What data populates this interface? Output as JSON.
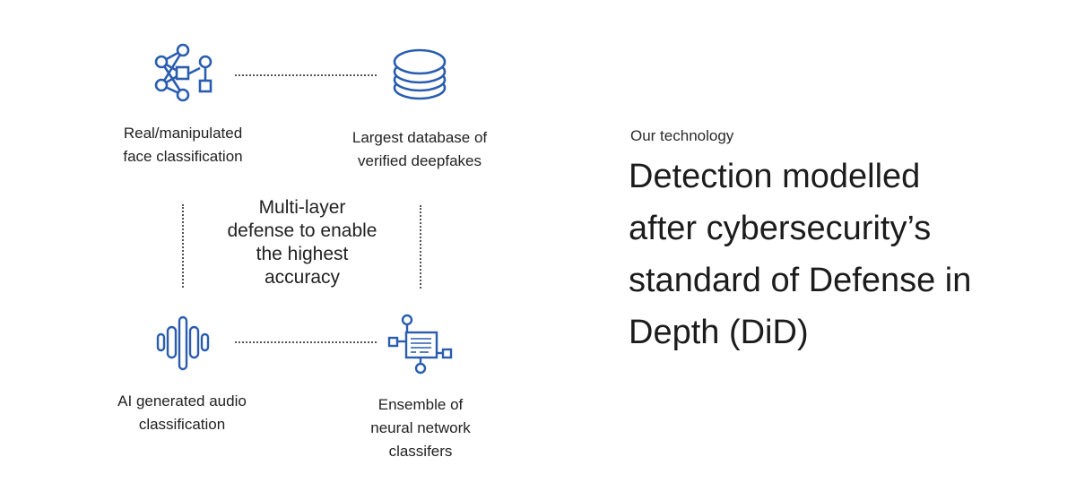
{
  "colors": {
    "icon": "#2a5db0",
    "text": "#222222",
    "dotted_line": "#555555",
    "background": "#ffffff"
  },
  "diagram": {
    "center": {
      "lines": [
        "Multi-layer",
        "defense to enable",
        "the highest",
        "accuracy"
      ]
    },
    "nodes": [
      {
        "id": "face",
        "icon": "network-graph-icon",
        "label_lines": [
          "Real/manipulated",
          "face classification"
        ]
      },
      {
        "id": "database",
        "icon": "database-stack-icon",
        "label_lines": [
          "Largest database of",
          "verified deepfakes"
        ]
      },
      {
        "id": "audio",
        "icon": "audio-waveform-icon",
        "label_lines": [
          "AI generated audio",
          "classification"
        ]
      },
      {
        "id": "ensemble",
        "icon": "document-network-icon",
        "label_lines": [
          "Ensemble of",
          "neural network",
          "classifers"
        ]
      }
    ],
    "connections": [
      {
        "from": "face",
        "to": "database",
        "style": "dotted"
      },
      {
        "from": "audio",
        "to": "ensemble",
        "style": "dotted"
      },
      {
        "from": "face",
        "to": "audio",
        "style": "dotted"
      },
      {
        "from": "database",
        "to": "ensemble",
        "style": "dotted"
      }
    ]
  },
  "content": {
    "eyebrow": "Our technology",
    "headline_lines": [
      "Detection modelled",
      "after cybersecurity’s",
      "standard of Defense in",
      "Depth (DiD)"
    ]
  }
}
